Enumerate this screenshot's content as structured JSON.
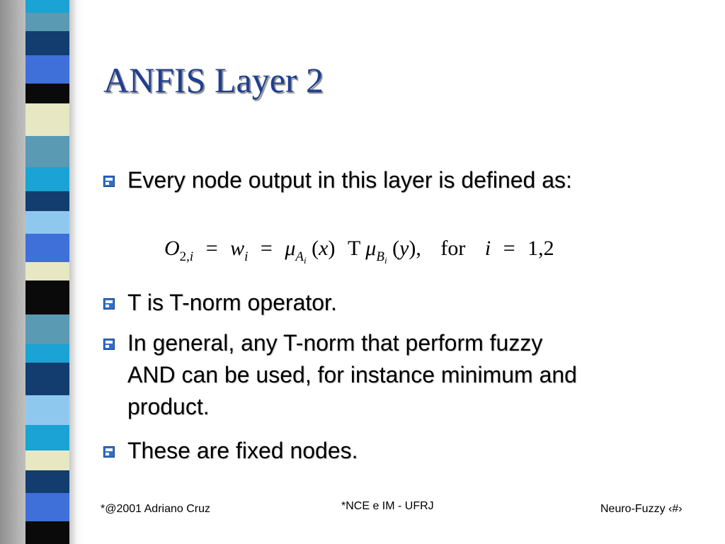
{
  "slide": {
    "title": "ANFIS Layer 2",
    "bullets": [
      "Every node output in this layer is defined as:",
      "T is T-norm operator.",
      "In general, any T-norm that perform fuzzy\nAND can be used, for instance minimum and\nproduct.",
      "These are fixed nodes."
    ],
    "formula": {
      "O": "O",
      "O_sub": "2,",
      "O_sub_i": "i",
      "eq1": "=",
      "w": "w",
      "w_sub": "i",
      "eq2": "=",
      "mu1": "μ",
      "A": "A",
      "A_sub": "i",
      "arg1": "(",
      "x": "x",
      "close1": ")",
      "T": "T",
      "mu2": "μ",
      "B": "B",
      "B_sub": "i",
      "arg2": "(",
      "y": "y",
      "close2": "),",
      "for_word": "for",
      "i": "i",
      "eq3": "=",
      "range": "1,2"
    },
    "bullet_icon": "checkbox-square-icon"
  },
  "footer": {
    "left": "*@2001 Adriano Cruz",
    "center": "*NCE e IM - UFRJ",
    "right": "Neuro-Fuzzy ‹#›"
  },
  "colors": {
    "title": "#1f3f8f",
    "bullet_icon": "#2f6fd0"
  }
}
